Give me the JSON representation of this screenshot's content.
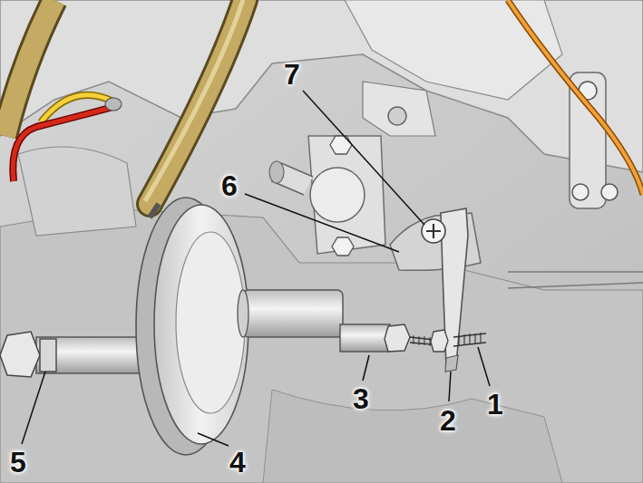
{
  "diagram": {
    "labels": [
      "7",
      "6",
      "3",
      "2",
      "1",
      "5",
      "4"
    ]
  }
}
